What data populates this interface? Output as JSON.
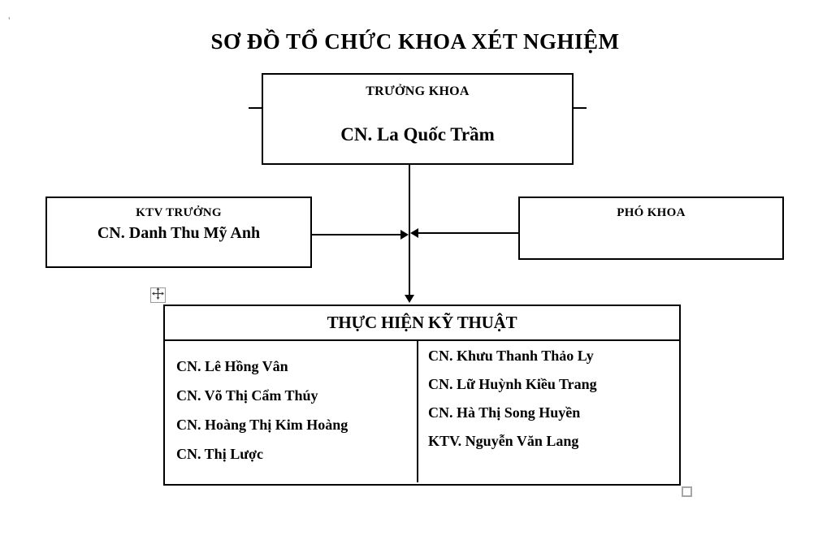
{
  "stray_mark": "'",
  "title": "SƠ ĐỒ TỔ CHỨC KHOA XÉT NGHIỆM",
  "org": {
    "head": {
      "role": "TRƯỞNG KHOA",
      "name": "CN. La Quốc Trầm"
    },
    "chief_technician": {
      "role": "KTV TRƯỞNG",
      "name": "CN. Danh Thu Mỹ Anh"
    },
    "deputy": {
      "role": "PHÓ KHOA"
    },
    "technical_unit": {
      "header": "THỰC HIỆN KỸ THUẬT",
      "left_members": [
        "CN. Lê Hồng Vân",
        "CN. Võ Thị Cẩm Thúy",
        "CN. Hoàng Thị Kim Hoàng",
        "CN. Thị Lược"
      ],
      "right_members": [
        "CN. Khưu Thanh Thảo Ly",
        "CN. Lữ Huỳnh Kiều Trang",
        "CN. Hà Thị Song Huyền",
        "KTV. Nguyễn Văn Lang"
      ]
    }
  },
  "colors": {
    "line": "#000000",
    "handle_border": "#a6a6a6"
  }
}
